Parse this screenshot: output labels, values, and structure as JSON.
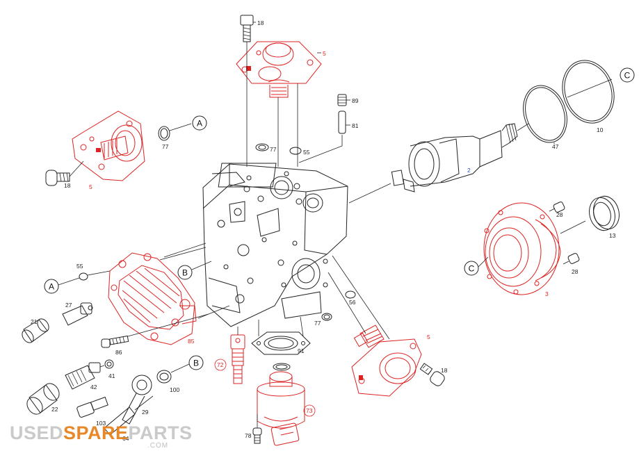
{
  "diagram": {
    "callouts": {
      "A": "A",
      "B": "B",
      "C": "C"
    },
    "labels": {
      "p18_top": "18",
      "p5_top": "5",
      "p89": "89",
      "p81": "81",
      "p77_top": "77",
      "p55_top": "55",
      "p77_left": "77",
      "p5_left": "5",
      "p18_left": "18",
      "p2": "2",
      "p47": "47",
      "p10": "10",
      "p28_a": "28",
      "p13": "13",
      "p28_b": "28",
      "p3": "3",
      "p55_left": "55",
      "p27": "27",
      "p21": "21",
      "p85": "85",
      "p86": "86",
      "p41": "41",
      "p42": "42",
      "p100": "100",
      "p22": "22",
      "p29": "29",
      "p103": "103",
      "p64": "64",
      "p56": "56",
      "p77_mid": "77",
      "p91": "91",
      "p72": "72",
      "p73": "73",
      "p78": "78",
      "p5_right": "5",
      "p18_right": "18"
    }
  },
  "watermark": {
    "logo_part1": "USED",
    "logo_part2": "SPARE",
    "logo_part3": "PARTS",
    "logo_suffix": ".COM",
    "colors": {
      "brand_orange": "#e8821e",
      "brand_grey": "#c8c8c8"
    }
  },
  "colors": {
    "highlight": "#dd2222",
    "line": "#222222",
    "ref_blue": "#2a4fc0"
  }
}
